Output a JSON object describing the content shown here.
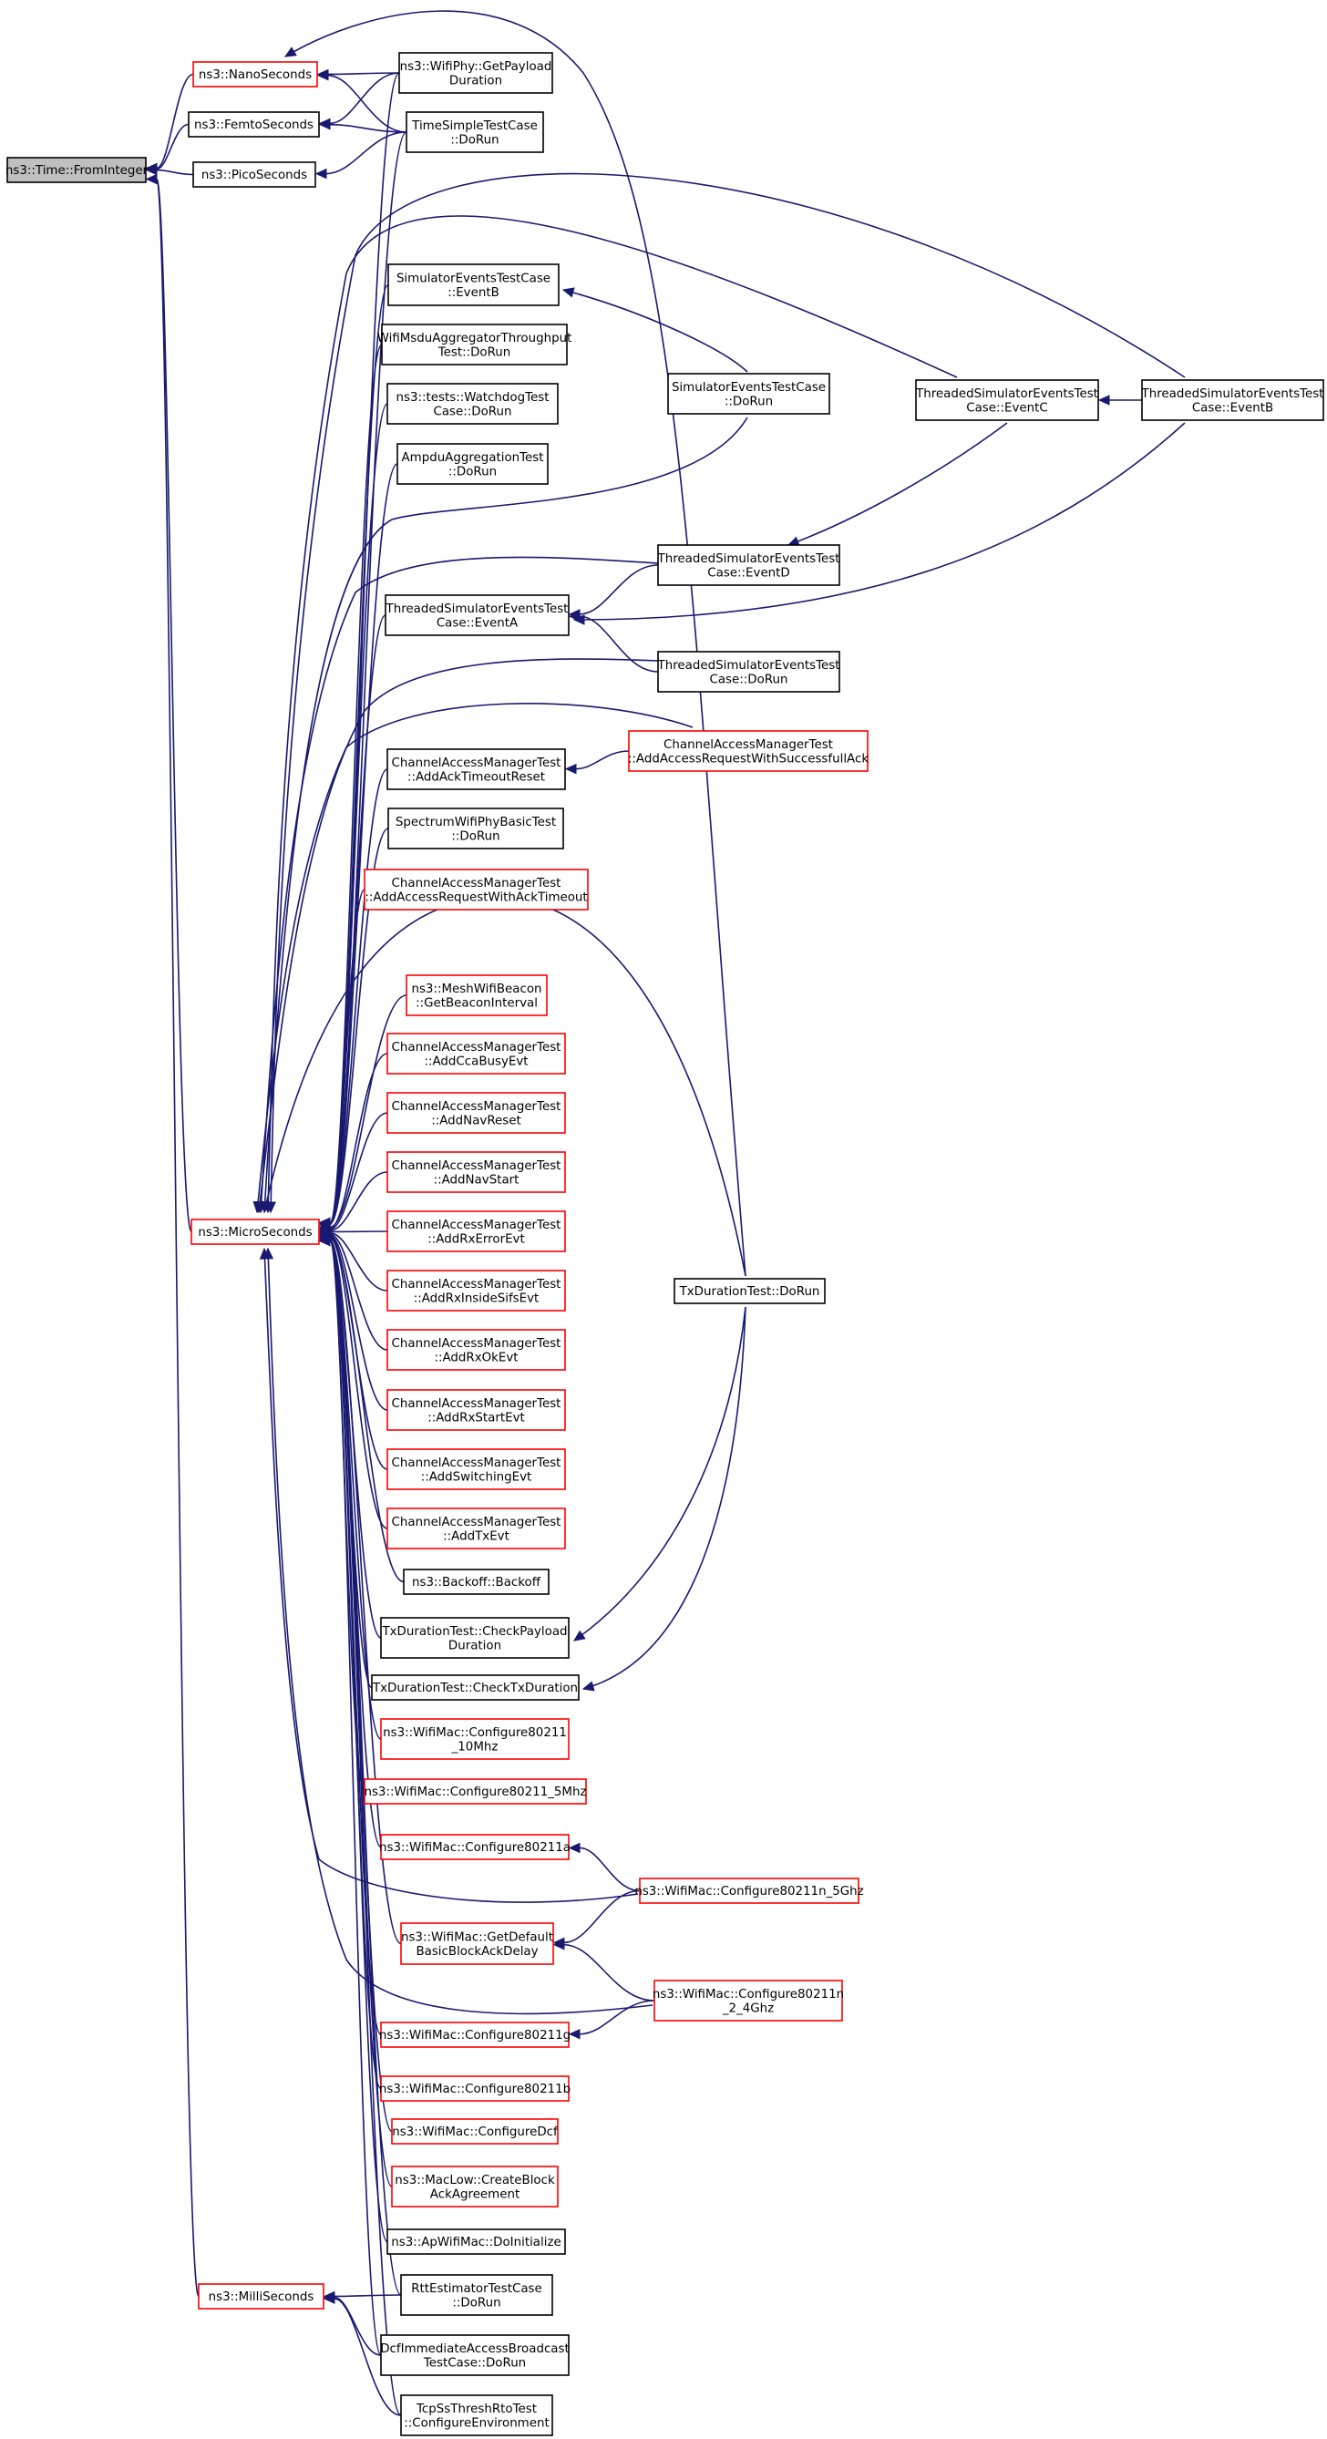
{
  "colors": {
    "edge": "#191970",
    "border_normal": "#000000",
    "border_red": "#ff0000",
    "fill_root": "#bfbfbf",
    "fill": "#ffffff"
  },
  "nodes": {
    "fromint": {
      "lines": [
        "ns3::Time::FromInteger"
      ],
      "style": "root"
    },
    "nano": {
      "lines": [
        "ns3::NanoSeconds"
      ],
      "style": "red"
    },
    "femto": {
      "lines": [
        "ns3::FemtoSeconds"
      ],
      "style": "black"
    },
    "pico": {
      "lines": [
        "ns3::PicoSeconds"
      ],
      "style": "black"
    },
    "micro": {
      "lines": [
        "ns3::MicroSeconds"
      ],
      "style": "red"
    },
    "milli": {
      "lines": [
        "ns3::MilliSeconds"
      ],
      "style": "red"
    },
    "wifiphy": {
      "lines": [
        "ns3::WifiPhy::GetPayload",
        "Duration"
      ],
      "style": "black"
    },
    "timesimple": {
      "lines": [
        "TimeSimpleTestCase",
        "::DoRun"
      ],
      "style": "black"
    },
    "simeventsB": {
      "lines": [
        "SimulatorEventsTestCase",
        "::EventB"
      ],
      "style": "black"
    },
    "msdu": {
      "lines": [
        "WifiMsduAggregatorThroughput",
        "Test::DoRun"
      ],
      "style": "black"
    },
    "watchdog": {
      "lines": [
        "ns3::tests::WatchdogTest",
        "Case::DoRun"
      ],
      "style": "black"
    },
    "ampdu": {
      "lines": [
        "AmpduAggregationTest",
        "::DoRun"
      ],
      "style": "black"
    },
    "tsimA": {
      "lines": [
        "ThreadedSimulatorEventsTest",
        "Case::EventA"
      ],
      "style": "black"
    },
    "camAckTO": {
      "lines": [
        "ChannelAccessManagerTest",
        "::AddAckTimeoutReset"
      ],
      "style": "black"
    },
    "spectrum": {
      "lines": [
        "SpectrumWifiPhyBasicTest",
        "::DoRun"
      ],
      "style": "black"
    },
    "camReqAckTO": {
      "lines": [
        "ChannelAccessManagerTest",
        "::AddAccessRequestWithAckTimeout"
      ],
      "style": "red"
    },
    "meshbeacon": {
      "lines": [
        "ns3::MeshWifiBeacon",
        "::GetBeaconInterval"
      ],
      "style": "red"
    },
    "camCca": {
      "lines": [
        "ChannelAccessManagerTest",
        "::AddCcaBusyEvt"
      ],
      "style": "red"
    },
    "camNavReset": {
      "lines": [
        "ChannelAccessManagerTest",
        "::AddNavReset"
      ],
      "style": "red"
    },
    "camNavStart": {
      "lines": [
        "ChannelAccessManagerTest",
        "::AddNavStart"
      ],
      "style": "red"
    },
    "camRxErr": {
      "lines": [
        "ChannelAccessManagerTest",
        "::AddRxErrorEvt"
      ],
      "style": "red"
    },
    "camRxSifs": {
      "lines": [
        "ChannelAccessManagerTest",
        "::AddRxInsideSifsEvt"
      ],
      "style": "red"
    },
    "camRxOk": {
      "lines": [
        "ChannelAccessManagerTest",
        "::AddRxOkEvt"
      ],
      "style": "red"
    },
    "camRxStart": {
      "lines": [
        "ChannelAccessManagerTest",
        "::AddRxStartEvt"
      ],
      "style": "red"
    },
    "camSwitch": {
      "lines": [
        "ChannelAccessManagerTest",
        "::AddSwitchingEvt"
      ],
      "style": "red"
    },
    "camTx": {
      "lines": [
        "ChannelAccessManagerTest",
        "::AddTxEvt"
      ],
      "style": "red"
    },
    "backoff": {
      "lines": [
        "ns3::Backoff::Backoff"
      ],
      "style": "black"
    },
    "txCheckPayload": {
      "lines": [
        "TxDurationTest::CheckPayload",
        "Duration"
      ],
      "style": "black"
    },
    "txCheckTx": {
      "lines": [
        "TxDurationTest::CheckTxDuration"
      ],
      "style": "black"
    },
    "cfg10": {
      "lines": [
        "ns3::WifiMac::Configure80211",
        "_10Mhz"
      ],
      "style": "red"
    },
    "cfg5": {
      "lines": [
        "ns3::WifiMac::Configure80211_5Mhz"
      ],
      "style": "red"
    },
    "cfgA": {
      "lines": [
        "ns3::WifiMac::Configure80211a"
      ],
      "style": "red"
    },
    "getDefault": {
      "lines": [
        "ns3::WifiMac::GetDefault",
        "BasicBlockAckDelay"
      ],
      "style": "red"
    },
    "cfgG": {
      "lines": [
        "ns3::WifiMac::Configure80211g"
      ],
      "style": "red"
    },
    "cfgB": {
      "lines": [
        "ns3::WifiMac::Configure80211b"
      ],
      "style": "red"
    },
    "cfgDcf": {
      "lines": [
        "ns3::WifiMac::ConfigureDcf"
      ],
      "style": "red"
    },
    "macLow": {
      "lines": [
        "ns3::MacLow::CreateBlock",
        "AckAgreement"
      ],
      "style": "red"
    },
    "apWifi": {
      "lines": [
        "ns3::ApWifiMac::DoInitialize"
      ],
      "style": "black"
    },
    "rtt": {
      "lines": [
        "RttEstimatorTestCase",
        "::DoRun"
      ],
      "style": "black"
    },
    "dcfImm": {
      "lines": [
        "DcfImmediateAccessBroadcast",
        "TestCase::DoRun"
      ],
      "style": "black"
    },
    "tcpss": {
      "lines": [
        "TcpSsThreshRtoTest",
        "::ConfigureEnvironment"
      ],
      "style": "black"
    },
    "simeventsDoRun": {
      "lines": [
        "SimulatorEventsTestCase",
        "::DoRun"
      ],
      "style": "black"
    },
    "tsimD": {
      "lines": [
        "ThreadedSimulatorEventsTest",
        "Case::EventD"
      ],
      "style": "black"
    },
    "tsimDoRun": {
      "lines": [
        "ThreadedSimulatorEventsTest",
        "Case::DoRun"
      ],
      "style": "black"
    },
    "camReqSucc": {
      "lines": [
        "ChannelAccessManagerTest",
        "::AddAccessRequestWithSuccessfullAck"
      ],
      "style": "red"
    },
    "txDurDoRun": {
      "lines": [
        "TxDurationTest::DoRun"
      ],
      "style": "black"
    },
    "cfgN5": {
      "lines": [
        "ns3::WifiMac::Configure80211n_5Ghz"
      ],
      "style": "red"
    },
    "cfgN24": {
      "lines": [
        "ns3::WifiMac::Configure80211n",
        "_2_4Ghz"
      ],
      "style": "red"
    },
    "tsimC": {
      "lines": [
        "ThreadedSimulatorEventsTest",
        "Case::EventC"
      ],
      "style": "black"
    },
    "tsimB": {
      "lines": [
        "ThreadedSimulatorEventsTest",
        "Case::EventB"
      ],
      "style": "black"
    }
  },
  "edges": [
    [
      "nano",
      "fromint"
    ],
    [
      "femto",
      "fromint"
    ],
    [
      "pico",
      "fromint"
    ],
    [
      "micro",
      "fromint"
    ],
    [
      "milli",
      "fromint"
    ],
    [
      "wifiphy",
      "nano"
    ],
    [
      "timesimple",
      "nano"
    ],
    [
      "txDurDoRun",
      "nano"
    ],
    [
      "wifiphy",
      "femto"
    ],
    [
      "timesimple",
      "femto"
    ],
    [
      "timesimple",
      "pico"
    ],
    [
      "wifiphy",
      "micro"
    ],
    [
      "timesimple",
      "micro"
    ],
    [
      "simeventsB",
      "micro"
    ],
    [
      "msdu",
      "micro"
    ],
    [
      "watchdog",
      "micro"
    ],
    [
      "ampdu",
      "micro"
    ],
    [
      "tsimA",
      "micro"
    ],
    [
      "camAckTO",
      "micro"
    ],
    [
      "spectrum",
      "micro"
    ],
    [
      "camReqAckTO",
      "micro"
    ],
    [
      "meshbeacon",
      "micro"
    ],
    [
      "camCca",
      "micro"
    ],
    [
      "camNavReset",
      "micro"
    ],
    [
      "camNavStart",
      "micro"
    ],
    [
      "camRxErr",
      "micro"
    ],
    [
      "camRxSifs",
      "micro"
    ],
    [
      "camRxOk",
      "micro"
    ],
    [
      "camRxStart",
      "micro"
    ],
    [
      "camSwitch",
      "micro"
    ],
    [
      "camTx",
      "micro"
    ],
    [
      "backoff",
      "micro"
    ],
    [
      "txCheckPayload",
      "micro"
    ],
    [
      "txCheckTx",
      "micro"
    ],
    [
      "cfg10",
      "micro"
    ],
    [
      "cfg5",
      "micro"
    ],
    [
      "cfgA",
      "micro"
    ],
    [
      "getDefault",
      "micro"
    ],
    [
      "cfgG",
      "micro"
    ],
    [
      "cfgB",
      "micro"
    ],
    [
      "cfgDcf",
      "micro"
    ],
    [
      "macLow",
      "micro"
    ],
    [
      "apWifi",
      "micro"
    ],
    [
      "rtt",
      "micro"
    ],
    [
      "dcfImm",
      "micro"
    ],
    [
      "tcpss",
      "micro"
    ],
    [
      "simeventsDoRun",
      "micro"
    ],
    [
      "tsimD",
      "micro"
    ],
    [
      "tsimDoRun",
      "micro"
    ],
    [
      "camReqSucc",
      "micro"
    ],
    [
      "txDurDoRun",
      "micro"
    ],
    [
      "cfgN5",
      "micro"
    ],
    [
      "cfgN24",
      "micro"
    ],
    [
      "tsimC",
      "micro"
    ],
    [
      "tsimB",
      "micro"
    ],
    [
      "rtt",
      "milli"
    ],
    [
      "dcfImm",
      "milli"
    ],
    [
      "tcpss",
      "milli"
    ],
    [
      "simeventsDoRun",
      "simeventsB"
    ],
    [
      "tsimD",
      "tsimA"
    ],
    [
      "tsimDoRun",
      "tsimA"
    ],
    [
      "tsimB",
      "tsimA"
    ],
    [
      "camReqSucc",
      "camAckTO"
    ],
    [
      "txDurDoRun",
      "txCheckPayload"
    ],
    [
      "txDurDoRun",
      "txCheckTx"
    ],
    [
      "cfgN5",
      "cfgA"
    ],
    [
      "cfgN5",
      "getDefault"
    ],
    [
      "cfgN24",
      "getDefault"
    ],
    [
      "cfgN24",
      "cfgG"
    ],
    [
      "tsimC",
      "tsimD"
    ],
    [
      "tsimB",
      "tsimC"
    ]
  ]
}
